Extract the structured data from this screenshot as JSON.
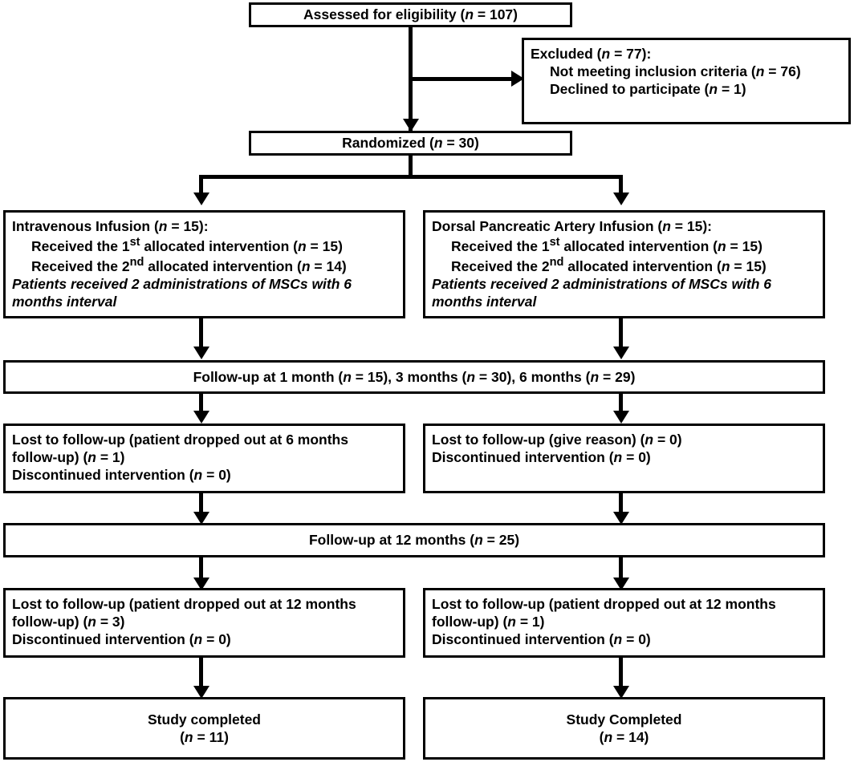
{
  "diagram": {
    "title": "CONSORT participant flow diagram",
    "colors": {
      "stroke": "#000000",
      "background": "#ffffff",
      "text": "#000000"
    }
  },
  "boxes": {
    "assessed": {
      "text": "Assessed for eligibility  (n = 107)"
    },
    "excluded": {
      "heading": "Excluded (n = 77):",
      "reason_1": "Not meeting inclusion criteria (n = 76)",
      "reason_2": "Declined to participate (n = 1)"
    },
    "randomized": {
      "text": "Randomized (n = 30)"
    },
    "arm_left": {
      "heading": "Intravenous Infusion (n = 15):",
      "line_1": "Received the 1st allocated intervention (n = 15)",
      "line_2": "Received the 2nd allocated intervention (n = 14)",
      "note": "Patients received 2 administrations of MSCs with  6 months interval"
    },
    "arm_right": {
      "heading": "Dorsal Pancreatic Artery Infusion (n = 15):",
      "line_1": "Received the 1st allocated intervention (n = 15)",
      "line_2": "Received the 2nd allocated intervention (n = 15)",
      "note": "Patients received 2 administrations of MSCs with  6 months interval"
    },
    "followup_early": {
      "text": "Follow-up at 1 month (n = 15), 3 months (n = 30), 6 months (n = 29)"
    },
    "lost_6m_left": {
      "line_1": "Lost to follow-up  (patient dropped out at 6 months follow-up)  (n = 1)",
      "line_2": "Discontinued intervention (n = 0)"
    },
    "lost_6m_right": {
      "line_1": "Lost to follow-up  (give reason) (n = 0)",
      "line_2": "Discontinued intervention (n = 0)"
    },
    "followup_12m": {
      "text": "Follow-up at 12 months (n = 25)"
    },
    "lost_12m_left": {
      "line_1": "Lost to follow-up  (patient dropped out at 12 months follow-up)  (n = 3)",
      "line_2": "Discontinued intervention (n = 0)"
    },
    "lost_12m_right": {
      "line_1": "Lost to follow-up  (patient dropped out at 12 months follow-up)  (n = 1)",
      "line_2": "Discontinued intervention (n = 0)"
    },
    "completed_left": {
      "line_1": "Study completed",
      "line_2": "(n = 11)"
    },
    "completed_right": {
      "line_1": "Study Completed",
      "line_2": "(n = 14)"
    }
  },
  "chart_data": {
    "type": "flowchart",
    "title": "CONSORT participant flow diagram",
    "nodes": [
      {
        "id": "assessed",
        "label": "Assessed for eligibility",
        "n": 107
      },
      {
        "id": "excluded",
        "label": "Excluded",
        "n": 77,
        "children": [
          {
            "label": "Not meeting inclusion criteria",
            "n": 76
          },
          {
            "label": "Declined to participate",
            "n": 1
          }
        ]
      },
      {
        "id": "randomized",
        "label": "Randomized",
        "n": 30
      },
      {
        "id": "arm_left",
        "label": "Intravenous Infusion",
        "n": 15,
        "details": [
          {
            "label": "Received the 1st allocated intervention",
            "n": 15
          },
          {
            "label": "Received the 2nd allocated intervention",
            "n": 14
          }
        ]
      },
      {
        "id": "arm_right",
        "label": "Dorsal Pancreatic Artery Infusion",
        "n": 15,
        "details": [
          {
            "label": "Received the 1st allocated intervention",
            "n": 15
          },
          {
            "label": "Received the 2nd allocated intervention",
            "n": 15
          }
        ]
      },
      {
        "id": "followup_early",
        "label": "Follow-up",
        "points": [
          {
            "label": "1 month",
            "n": 15
          },
          {
            "label": "3 months",
            "n": 30
          },
          {
            "label": "6 months",
            "n": 29
          }
        ]
      },
      {
        "id": "lost_6m_left",
        "label": "Lost to follow-up (patient dropped out at 6 months follow-up)",
        "n": 1,
        "discontinued": 0
      },
      {
        "id": "lost_6m_right",
        "label": "Lost to follow-up (give reason)",
        "n": 0,
        "discontinued": 0
      },
      {
        "id": "followup_12m",
        "label": "Follow-up at 12 months",
        "n": 25
      },
      {
        "id": "lost_12m_left",
        "label": "Lost to follow-up (patient dropped out at 12 months follow-up)",
        "n": 3,
        "discontinued": 0
      },
      {
        "id": "lost_12m_right",
        "label": "Lost to follow-up (patient dropped out at 12 months follow-up)",
        "n": 1,
        "discontinued": 0
      },
      {
        "id": "completed_left",
        "label": "Study completed",
        "n": 11
      },
      {
        "id": "completed_right",
        "label": "Study Completed",
        "n": 14
      }
    ],
    "edges": [
      {
        "from": "assessed",
        "to": "excluded",
        "direction": "right"
      },
      {
        "from": "assessed",
        "to": "randomized",
        "direction": "down"
      },
      {
        "from": "randomized",
        "to": "arm_left",
        "direction": "down"
      },
      {
        "from": "randomized",
        "to": "arm_right",
        "direction": "down"
      },
      {
        "from": "arm_left",
        "to": "followup_early",
        "direction": "down"
      },
      {
        "from": "arm_right",
        "to": "followup_early",
        "direction": "down"
      },
      {
        "from": "followup_early",
        "to": "lost_6m_left",
        "direction": "down"
      },
      {
        "from": "followup_early",
        "to": "lost_6m_right",
        "direction": "down"
      },
      {
        "from": "lost_6m_left",
        "to": "followup_12m",
        "direction": "down"
      },
      {
        "from": "lost_6m_right",
        "to": "followup_12m",
        "direction": "down"
      },
      {
        "from": "followup_12m",
        "to": "lost_12m_left",
        "direction": "down"
      },
      {
        "from": "followup_12m",
        "to": "lost_12m_right",
        "direction": "down"
      },
      {
        "from": "lost_12m_left",
        "to": "completed_left",
        "direction": "down"
      },
      {
        "from": "lost_12m_right",
        "to": "completed_right",
        "direction": "down"
      }
    ]
  }
}
